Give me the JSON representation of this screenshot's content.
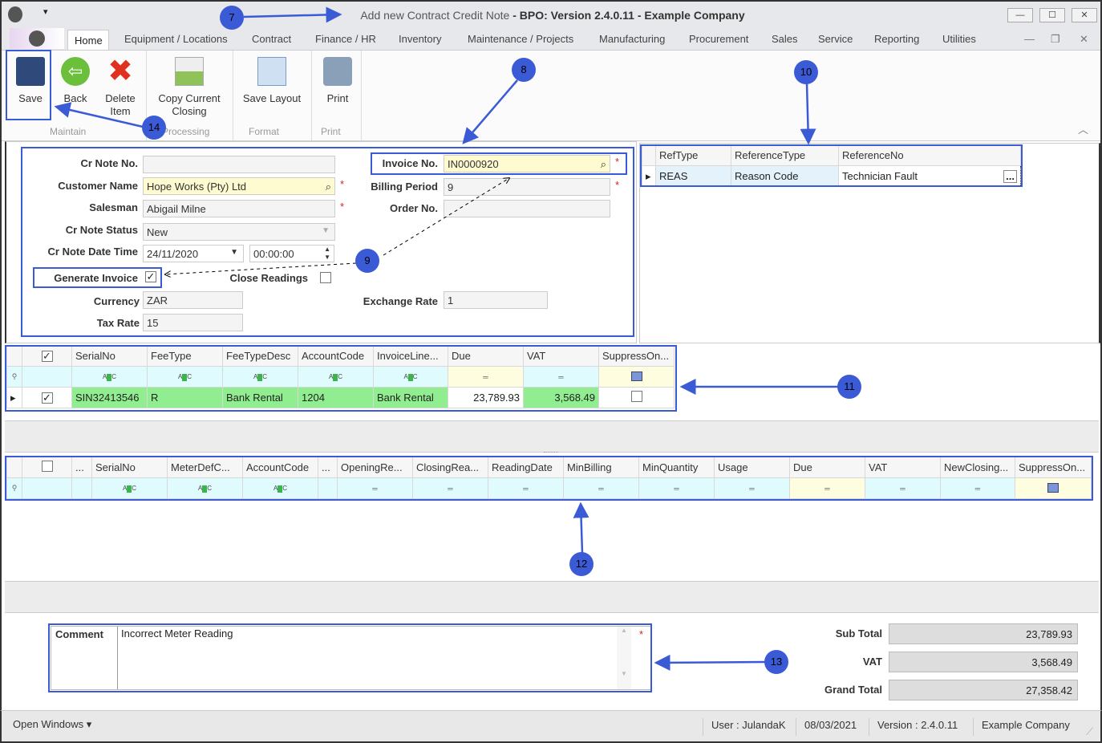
{
  "window": {
    "title_prefix": "Add new Contract Credit Note",
    "title_rest": " - BPO: Version 2.4.0.11 - Example Company"
  },
  "ribbon_tabs": [
    "Home",
    "Equipment / Locations",
    "Contract",
    "Finance / HR",
    "Inventory",
    "Maintenance / Projects",
    "Manufacturing",
    "Procurement",
    "Sales",
    "Service",
    "Reporting",
    "Utilities"
  ],
  "ribbon": {
    "buttons": {
      "save": "Save",
      "back": "Back",
      "delete": "Delete\nItem",
      "copy": "Copy Current\nClosing",
      "save_layout": "Save Layout",
      "print": "Print"
    },
    "groups": {
      "maintain": "Maintain",
      "processing": "Processing",
      "format": "Format",
      "print": "Print"
    }
  },
  "form": {
    "cr_note_no": {
      "label": "Cr Note No.",
      "value": ""
    },
    "customer_name": {
      "label": "Customer Name",
      "value": "Hope Works (Pty) Ltd"
    },
    "salesman": {
      "label": "Salesman",
      "value": "Abigail Milne"
    },
    "cr_note_status": {
      "label": "Cr Note Status",
      "value": "New"
    },
    "cr_note_date_time": {
      "label": "Cr Note Date Time",
      "date": "24/11/2020",
      "time": "00:00:00"
    },
    "generate_invoice": {
      "label": "Generate Invoice",
      "checked": true
    },
    "close_readings": {
      "label": "Close Readings",
      "checked": false
    },
    "currency": {
      "label": "Currency",
      "value": "ZAR"
    },
    "tax_rate": {
      "label": "Tax Rate",
      "value": "15"
    },
    "invoice_no": {
      "label": "Invoice No.",
      "value": "IN0000920"
    },
    "billing_period": {
      "label": "Billing Period",
      "value": "9"
    },
    "order_no": {
      "label": "Order No.",
      "value": ""
    },
    "exchange_rate": {
      "label": "Exchange Rate",
      "value": "1"
    },
    "required_mark": "*"
  },
  "reference_grid": {
    "columns": [
      "RefType",
      "ReferenceType",
      "ReferenceNo"
    ],
    "rows": [
      [
        "REAS",
        "Reason Code",
        "Technician Fault"
      ]
    ],
    "ellipsis": "..."
  },
  "fee_grid": {
    "columns": [
      "",
      "SerialNo",
      "FeeType",
      "FeeTypeDesc",
      "AccountCode",
      "InvoiceLine...",
      "Due",
      "VAT",
      "SuppressOn..."
    ],
    "filter": [
      "",
      "abc",
      "abc",
      "abc",
      "abc",
      "abc",
      "=",
      "=",
      "chk"
    ],
    "rows": [
      {
        "checked": true,
        "cells": [
          "SIN32413546",
          "R",
          "Bank Rental",
          "1204",
          "Bank Rental",
          "23,789.93",
          "3,568.49",
          ""
        ]
      }
    ]
  },
  "meter_grid": {
    "columns": [
      "",
      "...",
      "SerialNo",
      "MeterDefC...",
      "AccountCode",
      "...",
      "OpeningRe...",
      "ClosingRea...",
      "ReadingDate",
      "MinBilling",
      "MinQuantity",
      "Usage",
      "Due",
      "VAT",
      "NewClosing...",
      "SuppressOn..."
    ],
    "filter": [
      "",
      "",
      "abc",
      "abc",
      "abc",
      "",
      "=",
      "=",
      "=",
      "=",
      "=",
      "=",
      "=",
      "=",
      "=",
      "chk"
    ]
  },
  "comment": {
    "label": "Comment",
    "value": "Incorrect Meter Reading"
  },
  "totals": {
    "sub_total": {
      "label": "Sub Total",
      "value": "23,789.93"
    },
    "vat": {
      "label": "VAT",
      "value": "3,568.49"
    },
    "grand_total": {
      "label": "Grand Total",
      "value": "27,358.42"
    }
  },
  "status_bar": {
    "open_windows": "Open Windows ▾",
    "user": "User : JulandaK",
    "date": "08/03/2021",
    "version": "Version : 2.4.0.11",
    "company": "Example Company"
  },
  "annotations": [
    "7",
    "8",
    "9",
    "10",
    "11",
    "12",
    "13",
    "14"
  ],
  "colors": {
    "annotation": "#3b5bd6",
    "filter_row": "#dffbfd",
    "data_row": "#90ee90",
    "required": "#dd2222"
  }
}
